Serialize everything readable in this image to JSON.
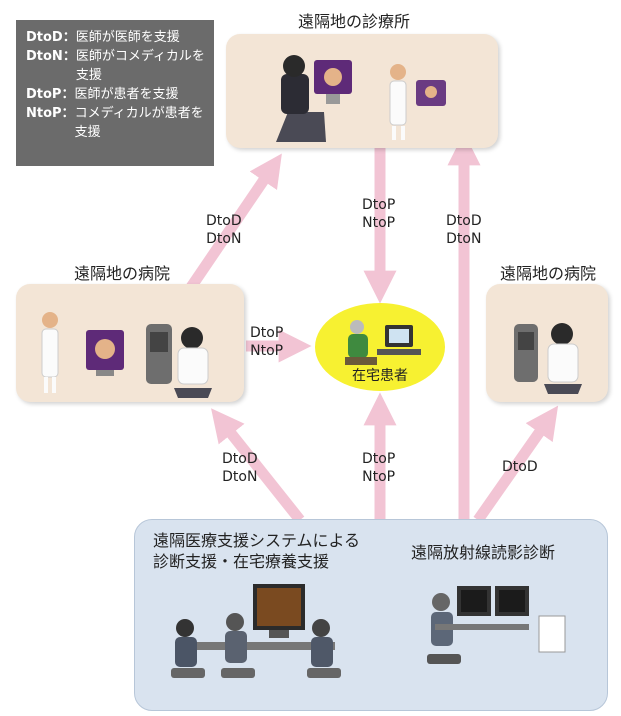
{
  "legend": [
    {
      "code": "DtoD：",
      "desc": "医師が医師を支援"
    },
    {
      "code": "DtoN：",
      "desc": "医師がコメディカルを支援"
    },
    {
      "code": "DtoP：",
      "desc": "医師が患者を支援"
    },
    {
      "code": "NtoP：",
      "desc": "コメディカルが患者を支援"
    }
  ],
  "clinic_title": "遠隔地の診療所",
  "hospital_left_title": "遠隔地の病院",
  "hospital_right_title": "遠隔地の病院",
  "patient_label": "在宅患者",
  "bottom_left_title": "遠隔医療支援システムによる\n診断支援・在宅療養支援",
  "bottom_right_title": "遠隔放射線読影診断",
  "arrow_labels": {
    "hospital_to_clinic": "DtoD\nDtoN",
    "clinic_to_patient": "DtoP\nNtoP",
    "system_to_clinic": "DtoD\nDtoN",
    "hospital_to_patient": "DtoP\nNtoP",
    "system_to_hospital": "DtoD\nDtoN",
    "system_to_patient": "DtoP\nNtoP",
    "radiology_to_hospital": "DtoD"
  },
  "colors": {
    "arrow": "#f2c4d4",
    "box": "#f3e5d6",
    "legend_bg": "#6b6b6b",
    "patient_bg": "#f7f131",
    "bottom_bg": "#d9e3ef"
  }
}
